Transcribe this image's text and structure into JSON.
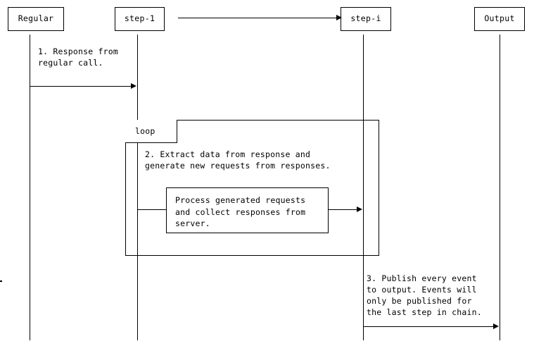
{
  "diagram": {
    "type": "sequence-diagram",
    "title": "",
    "participants": [
      {
        "id": "regular",
        "label": "Regular"
      },
      {
        "id": "step-1",
        "label": "step-1"
      },
      {
        "id": "step-i",
        "label": "step-i"
      },
      {
        "id": "output",
        "label": "Output"
      }
    ],
    "fragment": {
      "kind": "loop",
      "label": "loop",
      "body_note": "2. Extract data from response and\ngenerate new requests from responses."
    },
    "notes": [
      {
        "id": "note-response-regular",
        "text": "1. Response from\nregular call.",
        "style": "plain"
      },
      {
        "id": "note-process-requests",
        "text": "Process generated requests\nand collect responses from\nserver.",
        "style": "boxed"
      },
      {
        "id": "note-publish-event",
        "text": "3. Publish every event\nto output. Events will\nonly be published for\nthe last step in chain.",
        "style": "plain"
      }
    ],
    "messages": [
      {
        "id": "msg-step1-to-stepi",
        "from": "step-1",
        "to": "step-i",
        "label": ""
      },
      {
        "id": "msg-regular-to-step1",
        "from": "regular",
        "to": "step-1",
        "label": ""
      },
      {
        "id": "msg-step1-to-stepi-loop",
        "from": "step-1",
        "to": "step-i",
        "label": ""
      },
      {
        "id": "msg-stepi-to-output",
        "from": "step-i",
        "to": "output",
        "label": ""
      }
    ],
    "colors": {
      "background": "#ffffff",
      "stroke": "#000000",
      "text": "#000000"
    }
  }
}
